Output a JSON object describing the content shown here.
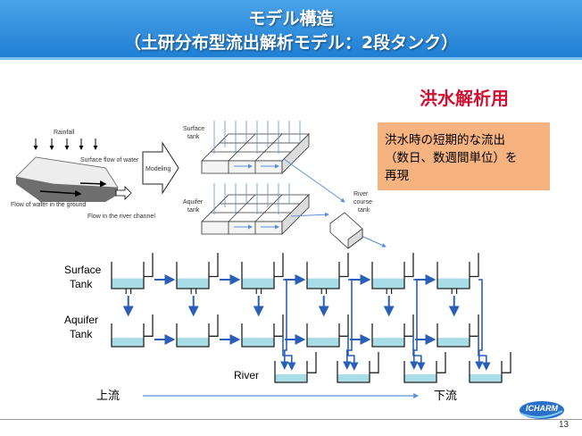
{
  "header": {
    "title_line1": "モデル構造",
    "title_line2": "（土研分布型流出解析モデル：2段タンク）"
  },
  "subtitle": "洪水解析用",
  "note": {
    "line1": "洪水時の短期的な流出",
    "line2": "（数日、数週間単位）を",
    "line3": "再現"
  },
  "illustration": {
    "rainfall": "Rainfall",
    "surface_flow": "Surface flow of water",
    "ground_flow": "Flow of water in the ground",
    "river_flow": "Flow in the river channel",
    "modeling": "Modeling",
    "surface_tank_1": "Surface",
    "surface_tank_2": "tank",
    "aquifer_tank_1": "Aquifer",
    "aquifer_tank_2": "tank",
    "river_tank_1": "River",
    "river_tank_2": "course",
    "river_tank_3": "tank"
  },
  "tank_diagram": {
    "surface_label_1": "Surface",
    "surface_label_2": "Tank",
    "aquifer_label_1": "Aquifer",
    "aquifer_label_2": "Tank",
    "river_label": "River",
    "upstream": "上流",
    "downstream": "下流",
    "columns": 6
  },
  "colors": {
    "header": "#2a8ad8",
    "subtitle": "#d01030",
    "note_box": "#f6b27f",
    "water": "#a8dce6",
    "arrow": "#2a5fb8"
  },
  "logo": "ICHARM",
  "page_number": "13"
}
